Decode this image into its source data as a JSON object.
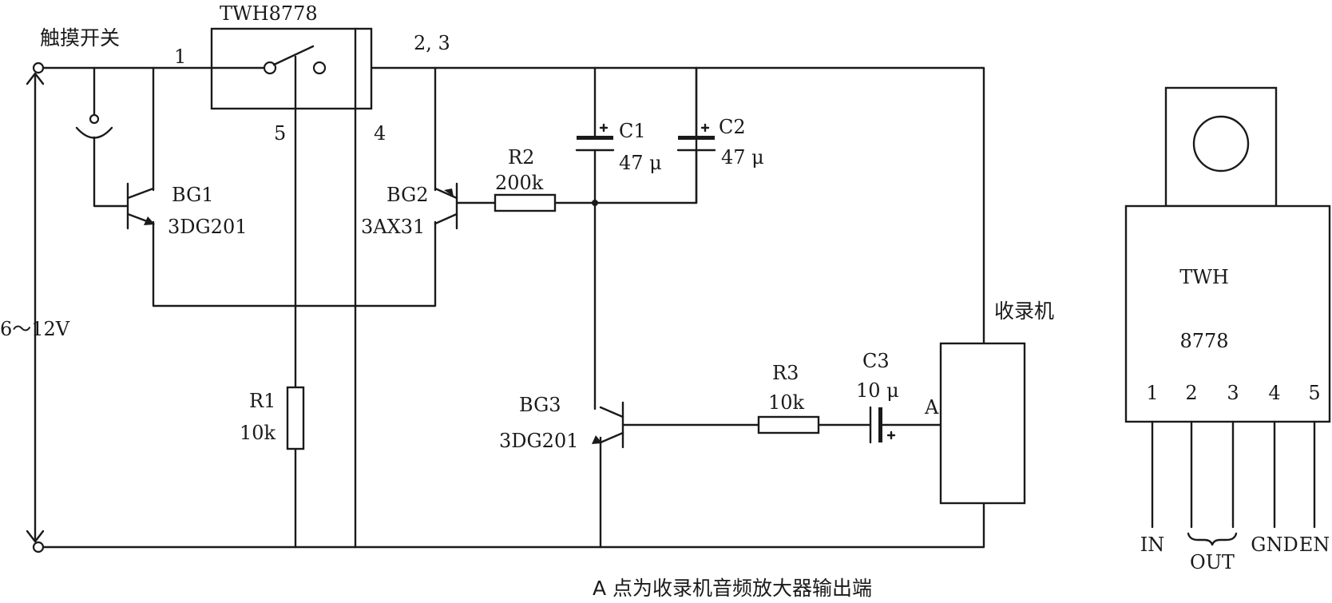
{
  "labels": {
    "ic_name": "TWH8778",
    "touch_switch": "触摸开关",
    "pin1": "1",
    "pin23": "2, 3",
    "pin5": "5",
    "pin4": "4",
    "supply": "6～12V",
    "bg1": "BG1",
    "bg1_type": "3DG201",
    "bg2": "BG2",
    "bg2_type": "3AX31",
    "bg3": "BG3",
    "bg3_type": "3DG201",
    "r1": "R1",
    "r1_val": "10k",
    "r2": "R2",
    "r2_val": "200k",
    "r3": "R3",
    "r3_val": "10k",
    "c1": "C1",
    "c1_val": "47 μ",
    "c2": "C2",
    "c2_val": "47 μ",
    "c3": "C3",
    "c3_val": "10 μ",
    "point_a": "A",
    "recorder": "收录机",
    "caption": "A 点为收录机音频放大器输出端"
  },
  "package": {
    "name_top": "TWH",
    "name_bottom": "8778",
    "pins": [
      "1",
      "2",
      "3",
      "4",
      "5"
    ],
    "pin_in": "IN",
    "pin_out": "OUT",
    "pin_gnd": "GND",
    "pin_en": "EN"
  }
}
